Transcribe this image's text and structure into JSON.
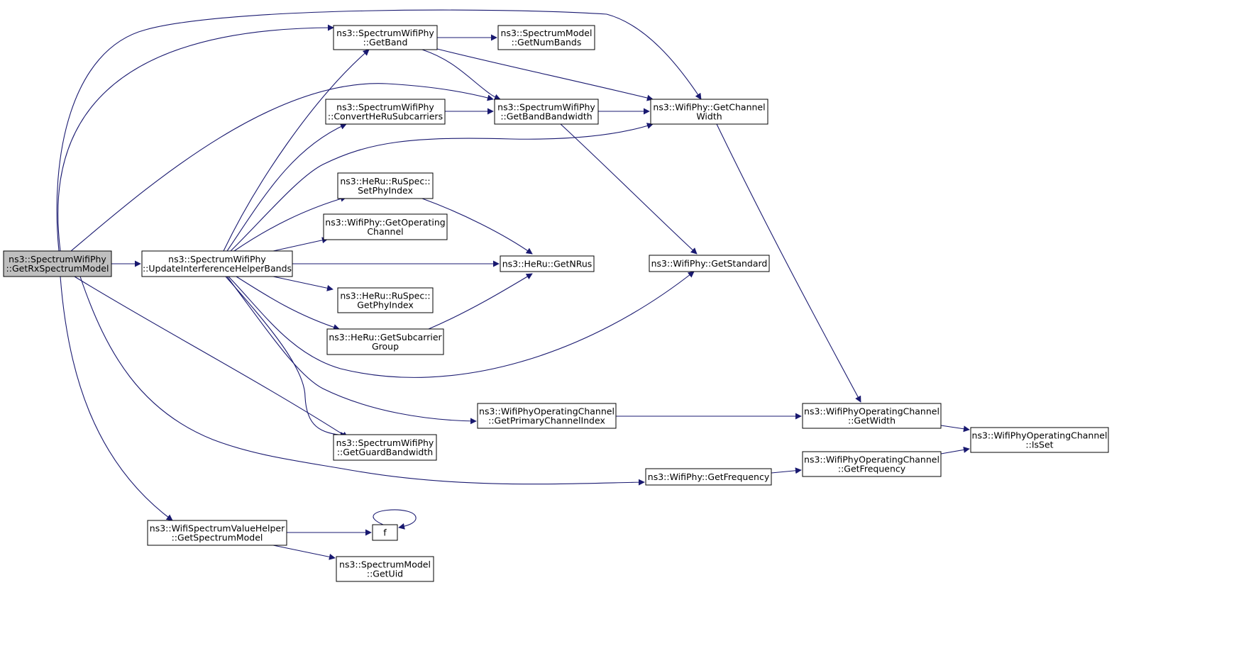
{
  "colors": {
    "edge": "#191970",
    "root_fill": "#bfbfbf",
    "node_fill": "#ffffff"
  },
  "nodes": [
    {
      "id": "root",
      "lines": [
        "ns3::SpectrumWifiPhy",
        "::GetRxSpectrumModel"
      ],
      "root": true
    },
    {
      "id": "uihb",
      "lines": [
        "ns3::SpectrumWifiPhy",
        "::UpdateInterferenceHelperBands"
      ]
    },
    {
      "id": "getband",
      "lines": [
        "ns3::SpectrumWifiPhy",
        "::GetBand"
      ]
    },
    {
      "id": "numbands",
      "lines": [
        "ns3::SpectrumModel",
        "::GetNumBands"
      ]
    },
    {
      "id": "convert",
      "lines": [
        "ns3::SpectrumWifiPhy",
        "::ConvertHeRuSubcarriers"
      ]
    },
    {
      "id": "bandbw",
      "lines": [
        "ns3::SpectrumWifiPhy",
        "::GetBandBandwidth"
      ]
    },
    {
      "id": "chwidth",
      "lines": [
        "ns3::WifiPhy::GetChannel",
        "Width"
      ]
    },
    {
      "id": "setphy",
      "lines": [
        "ns3::HeRu::RuSpec::",
        "SetPhyIndex"
      ]
    },
    {
      "id": "getopch",
      "lines": [
        "ns3::WifiPhy::GetOperating",
        "Channel"
      ]
    },
    {
      "id": "getnrus",
      "lines": [
        "ns3::HeRu::GetNRus"
      ]
    },
    {
      "id": "getstd",
      "lines": [
        "ns3::WifiPhy::GetStandard"
      ]
    },
    {
      "id": "getphyidx",
      "lines": [
        "ns3::HeRu::RuSpec::",
        "GetPhyIndex"
      ]
    },
    {
      "id": "subgroup",
      "lines": [
        "ns3::HeRu::GetSubcarrier",
        "Group"
      ]
    },
    {
      "id": "primidx",
      "lines": [
        "ns3::WifiPhyOperatingChannel",
        "::GetPrimaryChannelIndex"
      ]
    },
    {
      "id": "opwidth",
      "lines": [
        "ns3::WifiPhyOperatingChannel",
        "::GetWidth"
      ]
    },
    {
      "id": "isset",
      "lines": [
        "ns3::WifiPhyOperatingChannel",
        "::IsSet"
      ]
    },
    {
      "id": "guardbw",
      "lines": [
        "ns3::SpectrumWifiPhy",
        "::GetGuardBandwidth"
      ]
    },
    {
      "id": "getfreq",
      "lines": [
        "ns3::WifiPhy::GetFrequency"
      ]
    },
    {
      "id": "opfreq",
      "lines": [
        "ns3::WifiPhyOperatingChannel",
        "::GetFrequency"
      ]
    },
    {
      "id": "specmodel",
      "lines": [
        "ns3::WifiSpectrumValueHelper",
        "::GetSpectrumModel"
      ]
    },
    {
      "id": "f",
      "lines": [
        "f"
      ]
    },
    {
      "id": "uid",
      "lines": [
        "ns3::SpectrumModel",
        "::GetUid"
      ]
    }
  ],
  "edges": [
    {
      "from": "root",
      "to": "uihb"
    },
    {
      "from": "root",
      "to": "getband"
    },
    {
      "from": "root",
      "to": "bandbw"
    },
    {
      "from": "root",
      "to": "chwidth"
    },
    {
      "from": "root",
      "to": "guardbw"
    },
    {
      "from": "root",
      "to": "getfreq"
    },
    {
      "from": "root",
      "to": "specmodel"
    },
    {
      "from": "uihb",
      "to": "getband"
    },
    {
      "from": "uihb",
      "to": "convert"
    },
    {
      "from": "uihb",
      "to": "chwidth"
    },
    {
      "from": "uihb",
      "to": "setphy"
    },
    {
      "from": "uihb",
      "to": "getopch"
    },
    {
      "from": "uihb",
      "to": "getnrus"
    },
    {
      "from": "uihb",
      "to": "getphyidx"
    },
    {
      "from": "uihb",
      "to": "subgroup"
    },
    {
      "from": "uihb",
      "to": "getstd"
    },
    {
      "from": "uihb",
      "to": "primidx"
    },
    {
      "from": "uihb",
      "to": "guardbw"
    },
    {
      "from": "getband",
      "to": "numbands"
    },
    {
      "from": "getband",
      "to": "bandbw"
    },
    {
      "from": "getband",
      "to": "chwidth"
    },
    {
      "from": "convert",
      "to": "bandbw"
    },
    {
      "from": "bandbw",
      "to": "chwidth"
    },
    {
      "from": "bandbw",
      "to": "getstd"
    },
    {
      "from": "chwidth",
      "to": "opwidth"
    },
    {
      "from": "setphy",
      "to": "getnrus"
    },
    {
      "from": "subgroup",
      "to": "getnrus"
    },
    {
      "from": "primidx",
      "to": "opwidth"
    },
    {
      "from": "opwidth",
      "to": "isset"
    },
    {
      "from": "getfreq",
      "to": "opfreq"
    },
    {
      "from": "opfreq",
      "to": "isset"
    },
    {
      "from": "specmodel",
      "to": "f"
    },
    {
      "from": "f",
      "to": "f"
    },
    {
      "from": "specmodel",
      "to": "uid"
    }
  ]
}
